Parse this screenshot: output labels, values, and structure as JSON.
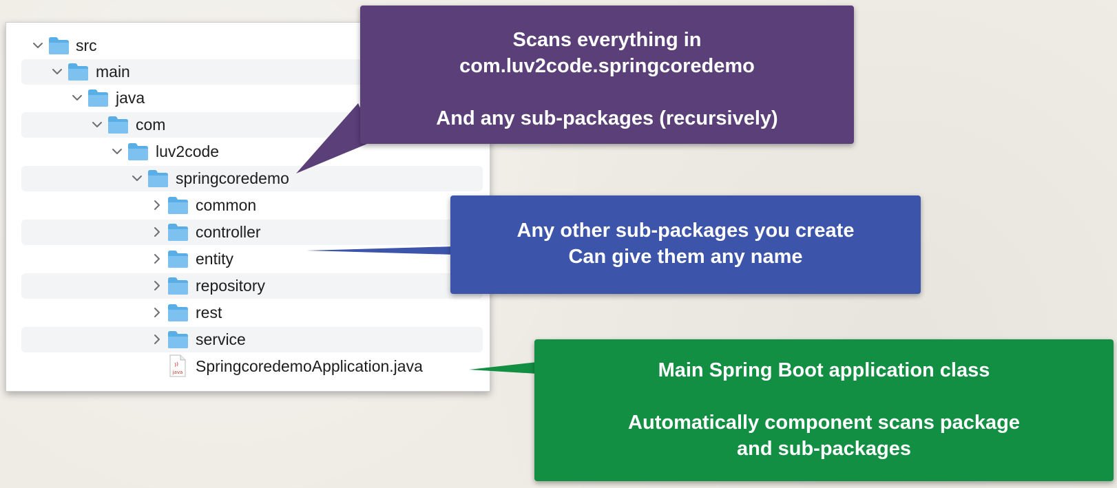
{
  "tree": [
    {
      "label": "src",
      "type": "folder",
      "expanded": true
    },
    {
      "label": "main",
      "type": "folder",
      "expanded": true
    },
    {
      "label": "java",
      "type": "folder",
      "expanded": true
    },
    {
      "label": "com",
      "type": "folder",
      "expanded": true
    },
    {
      "label": "luv2code",
      "type": "folder",
      "expanded": true
    },
    {
      "label": "springcoredemo",
      "type": "folder",
      "expanded": true
    },
    {
      "label": "common",
      "type": "folder",
      "expanded": false
    },
    {
      "label": "controller",
      "type": "folder",
      "expanded": false
    },
    {
      "label": "entity",
      "type": "folder",
      "expanded": false
    },
    {
      "label": "repository",
      "type": "folder",
      "expanded": false
    },
    {
      "label": "rest",
      "type": "folder",
      "expanded": false
    },
    {
      "label": "service",
      "type": "folder",
      "expanded": false
    },
    {
      "label": "SpringcoredemoApplication.java",
      "type": "file",
      "badge": "java"
    }
  ],
  "callouts": {
    "purple": {
      "line1": "Scans everything in",
      "line2": "com.luv2code.springcoredemo",
      "line3": "And any sub-packages (recursively)",
      "color": "#5a3f78"
    },
    "blue": {
      "line1": "Any other sub-packages you create",
      "line2": "Can give them any name",
      "color": "#3c55ab"
    },
    "green": {
      "line1": "Main Spring Boot application class",
      "line2": "Automatically component scans package",
      "line3": "and sub-packages",
      "color": "#138f44"
    }
  },
  "colors": {
    "folder": "#5aaee6",
    "row_stripe": "#f2f4f6",
    "background": "#efece5"
  }
}
